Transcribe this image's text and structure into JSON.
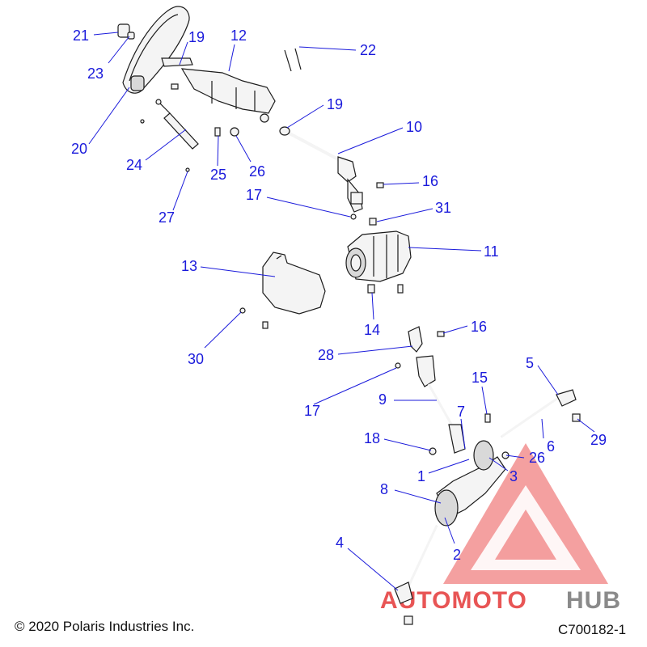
{
  "footer": {
    "copyright": "© 2020 Polaris Industries Inc.",
    "drawing_code": "C700182-1"
  },
  "watermark": {
    "part1": "AUTOMOTO",
    "part2": "HUB",
    "color_primary": "#e85555",
    "color_secondary": "#8a8a8a"
  },
  "callouts": [
    {
      "id": "c21",
      "number": "21"
    },
    {
      "id": "c23",
      "number": "23"
    },
    {
      "id": "c19a",
      "number": "19"
    },
    {
      "id": "c12",
      "number": "12"
    },
    {
      "id": "c22",
      "number": "22"
    },
    {
      "id": "c20",
      "number": "20"
    },
    {
      "id": "c24",
      "number": "24"
    },
    {
      "id": "c25",
      "number": "25"
    },
    {
      "id": "c26a",
      "number": "26"
    },
    {
      "id": "c19b",
      "number": "19"
    },
    {
      "id": "c10",
      "number": "10"
    },
    {
      "id": "c16a",
      "number": "16"
    },
    {
      "id": "c17a",
      "number": "17"
    },
    {
      "id": "c31",
      "number": "31"
    },
    {
      "id": "c27",
      "number": "27"
    },
    {
      "id": "c11",
      "number": "11"
    },
    {
      "id": "c13",
      "number": "13"
    },
    {
      "id": "c14",
      "number": "14"
    },
    {
      "id": "c30",
      "number": "30"
    },
    {
      "id": "c16b",
      "number": "16"
    },
    {
      "id": "c28",
      "number": "28"
    },
    {
      "id": "c5",
      "number": "5"
    },
    {
      "id": "c15",
      "number": "15"
    },
    {
      "id": "c17b",
      "number": "17"
    },
    {
      "id": "c9",
      "number": "9"
    },
    {
      "id": "c7",
      "number": "7"
    },
    {
      "id": "c29",
      "number": "29"
    },
    {
      "id": "c18",
      "number": "18"
    },
    {
      "id": "c6",
      "number": "6"
    },
    {
      "id": "c26b",
      "number": "26"
    },
    {
      "id": "c1",
      "number": "1"
    },
    {
      "id": "c3",
      "number": "3"
    },
    {
      "id": "c8",
      "number": "8"
    },
    {
      "id": "c2",
      "number": "2"
    },
    {
      "id": "c4",
      "number": "4"
    }
  ]
}
